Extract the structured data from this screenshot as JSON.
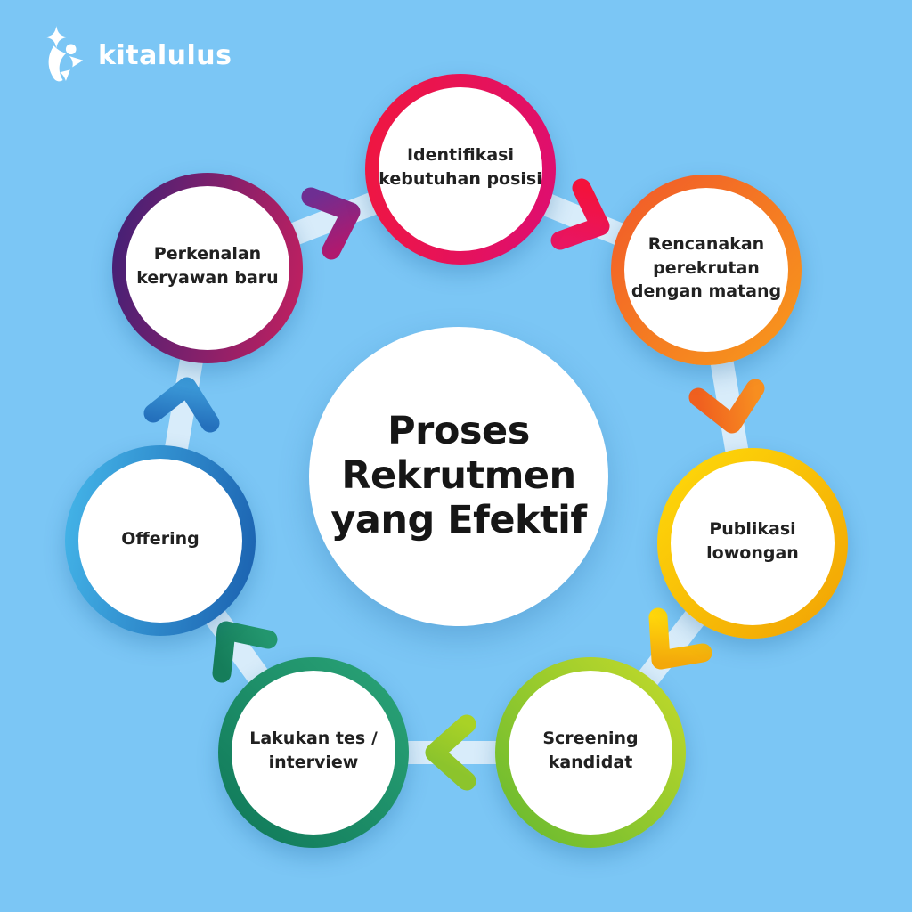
{
  "background_color": "#7BC6F5",
  "brand": {
    "name": "kitalulus",
    "logo_icon": "sparkle-rocket-person-icon",
    "color": "#FFFFFF"
  },
  "center": {
    "title": "Proses\nRekrutmen\nyang Efektif",
    "text_color": "#161616",
    "fill": "#FFFFFF"
  },
  "nodes": [
    {
      "label": "Identifikasi\nkebutuhan posisi",
      "position": "top",
      "ring_gradient": [
        "#F0173E",
        "#DD0E72"
      ]
    },
    {
      "label": "Rencanakan\nperekrutan\ndengan matang",
      "position": "top-right",
      "ring_gradient": [
        "#F1582A",
        "#F89B1B"
      ]
    },
    {
      "label": "Publikasi\nlowongan",
      "position": "right",
      "ring_gradient": [
        "#FFDB0A",
        "#F1A104"
      ]
    },
    {
      "label": "Screening\nkandidat",
      "position": "bottom-right",
      "ring_gradient": [
        "#C6DB2A",
        "#63B830"
      ]
    },
    {
      "label": "Lakukan tes /\ninterview",
      "position": "bottom-left",
      "ring_gradient": [
        "#2BA578",
        "#0F7758"
      ]
    },
    {
      "label": "Offering",
      "position": "left",
      "ring_gradient": [
        "#45B7EA",
        "#1A5FAE"
      ]
    },
    {
      "label": "Perkenalan\nkeryawan baru",
      "position": "top-left",
      "ring_gradient": [
        "#3E2077",
        "#C5205F"
      ]
    }
  ],
  "flow": {
    "direction": "clockwise",
    "connector_band_color": "#E0F0FB",
    "arrows": [
      {
        "from": "top",
        "to": "top-right",
        "colors": [
          "#F3123C",
          "#E91561"
        ]
      },
      {
        "from": "top-right",
        "to": "right",
        "colors": [
          "#F0601F",
          "#F78E20"
        ]
      },
      {
        "from": "right",
        "to": "bottom-right",
        "colors": [
          "#FFD60A",
          "#F3A80B"
        ]
      },
      {
        "from": "bottom-right",
        "to": "bottom-left",
        "colors": [
          "#A9D226",
          "#8CC42C"
        ]
      },
      {
        "from": "bottom-left",
        "to": "left",
        "colors": [
          "#23966E",
          "#157D5A"
        ]
      },
      {
        "from": "left",
        "to": "top-left",
        "colors": [
          "#3B98D7",
          "#2470BC"
        ]
      },
      {
        "from": "top-left",
        "to": "top",
        "colors": [
          "#6E2E92",
          "#B0196E"
        ]
      }
    ]
  }
}
